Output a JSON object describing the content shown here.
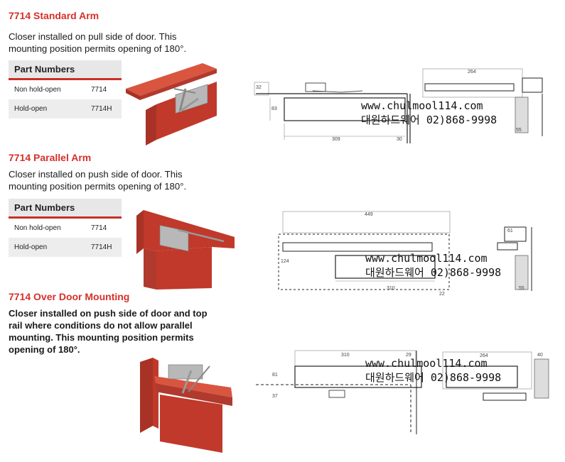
{
  "sections": [
    {
      "title": "7714 Standard Arm",
      "description": "Closer installed on pull side of door. This mounting position permits opening of 180°.",
      "table": {
        "header": "Part Numbers",
        "rows": [
          {
            "label": "Non hold-open",
            "code": "7714"
          },
          {
            "label": "Hold-open",
            "code": "7714H"
          }
        ]
      },
      "dims": [
        "32",
        "83",
        "309",
        "30",
        "264",
        "55"
      ]
    },
    {
      "title": "7714 Parallel Arm",
      "description": "Closer installed on push side of door. This mounting position permits opening of 180°.",
      "table": {
        "header": "Part Numbers",
        "rows": [
          {
            "label": "Non hold-open",
            "code": "7714"
          },
          {
            "label": "Hold-open",
            "code": "7714H"
          }
        ]
      },
      "dims": [
        "449",
        "124",
        "310",
        "22",
        "61",
        "55"
      ]
    },
    {
      "title": "7714 Over Door Mounting",
      "description": "Closer installed on push side of door and top rail where conditions do not allow parallel mounting. This mounting position permits opening of 180°.",
      "dims": [
        "310",
        "29",
        "81",
        "37",
        "264",
        "40"
      ]
    }
  ],
  "watermark": {
    "url": "www.chulmool114.com",
    "phone": "대원하드웨어 02)868-9998"
  },
  "colors": {
    "accent": "#d6302a",
    "door": "#c0392b",
    "header_bg": "#e7e7e7"
  }
}
